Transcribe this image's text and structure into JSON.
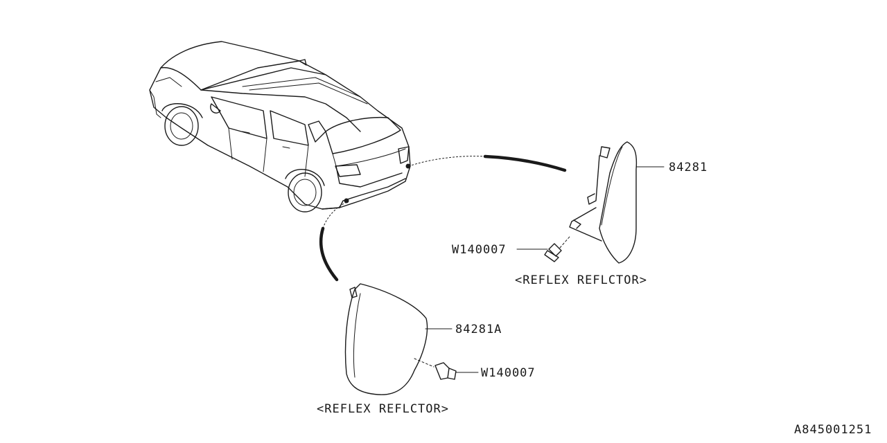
{
  "car": {
    "name": "vehicle-rear-three-quarter"
  },
  "parts": [
    {
      "key": "right",
      "part_number": "84281",
      "fastener": "W140007",
      "caption": "<REFLEX REFLCTOR>"
    },
    {
      "key": "left",
      "part_number": "84281A",
      "fastener": "W140007",
      "caption": "<REFLEX REFLCTOR>"
    }
  ],
  "diagram_id": "A845001251"
}
